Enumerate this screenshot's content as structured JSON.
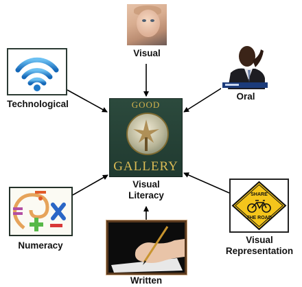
{
  "diagram": {
    "center": {
      "sign_top": "GOOD",
      "sign_bottom": "GALLERY",
      "label_line1": "Visual",
      "label_line2": "Literacy"
    },
    "nodes": {
      "visual": {
        "label": "Visual",
        "icon": "baby-photo"
      },
      "technological": {
        "label": "Technological",
        "icon": "wifi-icon"
      },
      "oral": {
        "label": "Oral",
        "icon": "man-talking-photo"
      },
      "numeracy": {
        "label": "Numeracy",
        "icon": "math-symbols-icon"
      },
      "written": {
        "label": "Written",
        "icon": "hand-writing-photo"
      },
      "representation": {
        "label_line1": "Visual",
        "label_line2": "Representation",
        "icon": "share-the-road-sign",
        "sign_text_top": "SHARE",
        "sign_text_bottom": "THE ROAD"
      }
    },
    "colors": {
      "arrow": "#000000",
      "gallery_gold": "#d2b34f",
      "wifi_blue": "#1e78c8",
      "sign_yellow": "#f4c51c"
    }
  }
}
